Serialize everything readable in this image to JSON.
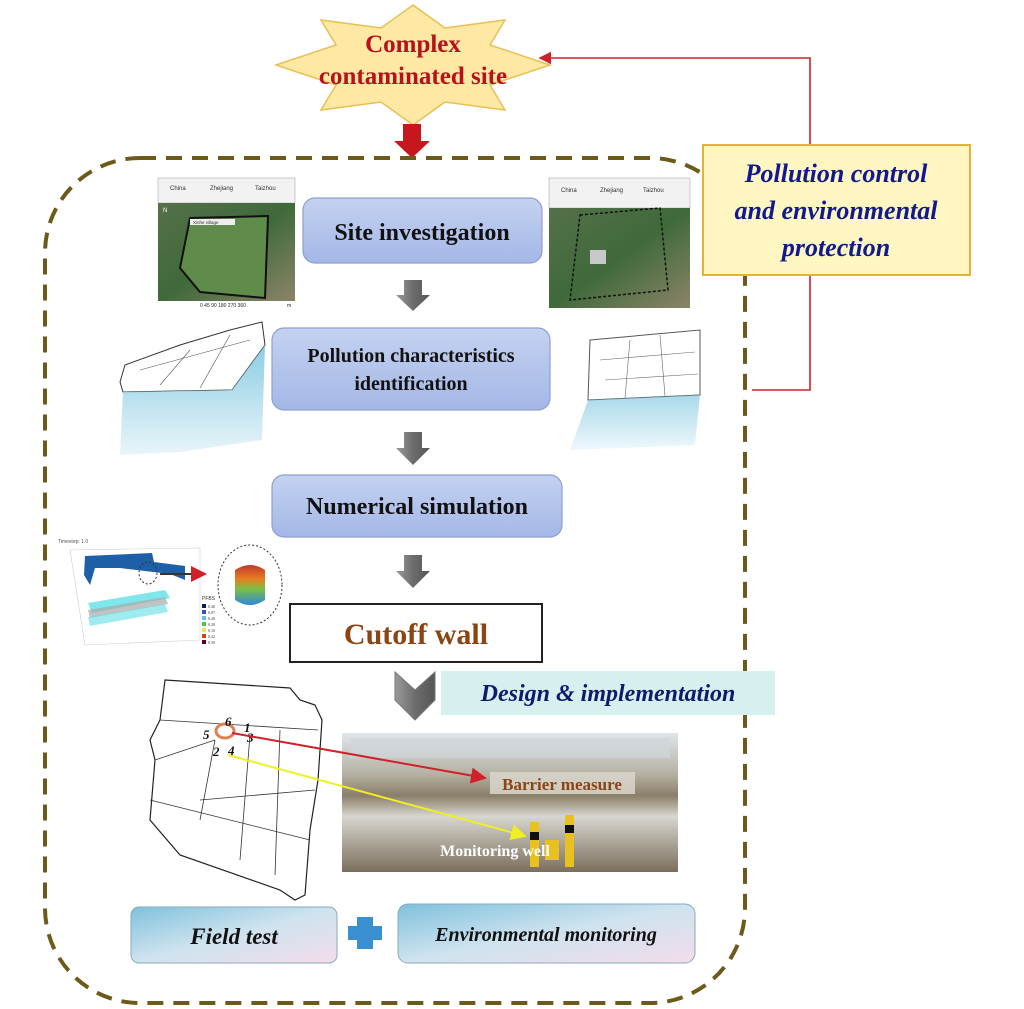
{
  "start": {
    "line1": "Complex",
    "line2": "contaminated site"
  },
  "feedback": {
    "line1": "Pollution control",
    "line2": "and environmental",
    "line3": "protection"
  },
  "steps": {
    "site_investigation": "Site investigation",
    "pollution_line1": "Pollution characteristics",
    "pollution_line2": "identification",
    "numerical_simulation": "Numerical simulation",
    "cutoff_wall": "Cutoff wall",
    "design": "Design & implementation"
  },
  "bottom": {
    "field_test": "Field test",
    "env_monitoring": "Environmental monitoring"
  },
  "photo": {
    "barrier": "Barrier measure",
    "well": "Monitoring well"
  },
  "map_points": [
    "1",
    "2",
    "3",
    "4",
    "5",
    "6"
  ],
  "map_insets": {
    "china": "China",
    "zhejiang": "Zhejiang",
    "taizhou": "Taizhou",
    "village_left": "Xinhe village",
    "scale": "0  45 90   180   270   360",
    "scale_unit": "m",
    "north": "N"
  },
  "simulation": {
    "timestep": "Timestep: 1.0",
    "legend_title": "PFBS",
    "legend_values": [
      "0.40",
      "0.07",
      "0.20",
      "0.20",
      "0.10",
      "0.42",
      "0.50"
    ]
  },
  "colors": {
    "title_red": "#b5121b",
    "navy": "#101a8c",
    "brown": "#8b4513",
    "dash": "#6b5a1a",
    "step_fill": "#aebfe8",
    "feedback_fill": "#fff6c2"
  }
}
